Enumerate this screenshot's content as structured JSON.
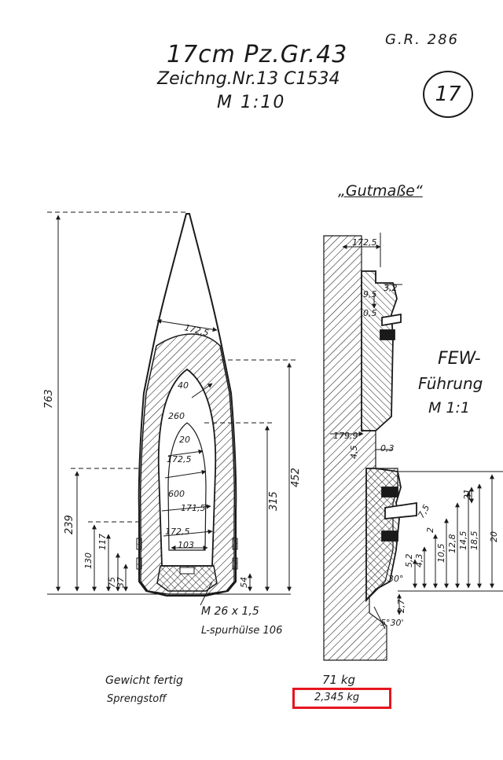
{
  "header": {
    "title": "17cm Pz.Gr.43",
    "drawing_number": "Zeichng.Nr.13 C1534",
    "scale": "M 1:10",
    "sheet_code": "G.R. 286",
    "page_number": "17"
  },
  "detail": {
    "title": "„Gutmaße“",
    "band_title": "FEW-",
    "band_subtitle": "Führung",
    "band_scale": "M 1:1"
  },
  "notes": {
    "thread": "M 26 x 1,5",
    "tracer": "L-spurhülse 106"
  },
  "specs": {
    "weight_label": "Gewicht fertig",
    "weight_value": "71 kg",
    "explosive_label": "Sprengstoff",
    "explosive_value": "2,345 kg"
  },
  "dims": {
    "overall_length": "763",
    "cavity_length": "452",
    "inner_length": "315",
    "base_to_band": "239",
    "d130": "130",
    "d117": "117",
    "d75": "75",
    "d37": "37",
    "r54": "54",
    "caliber_head": "172,5",
    "wall_40": "40",
    "r260": "260",
    "r20": "20",
    "cav1": "172,5",
    "r600": "600",
    "d171": "171,5",
    "cav2": "172,5",
    "d103": "103",
    "det_1725": "172,5",
    "det_32": "3,2",
    "det_95": "9,5",
    "det_05": "0,5",
    "det_1795": "179,9",
    "det_45": "4,5",
    "det_03": "0,3",
    "det_21": "21",
    "det_75": "7,5",
    "det_52": "5,2",
    "det_43": "4,3",
    "det_105": "10,5",
    "det_128": "12,8",
    "det_145": "14,5",
    "det_185": "18,5",
    "det_20": "20",
    "det_30": "30°",
    "det_27": "2,7",
    "det_2": "2",
    "det_angle": "5°30'"
  }
}
